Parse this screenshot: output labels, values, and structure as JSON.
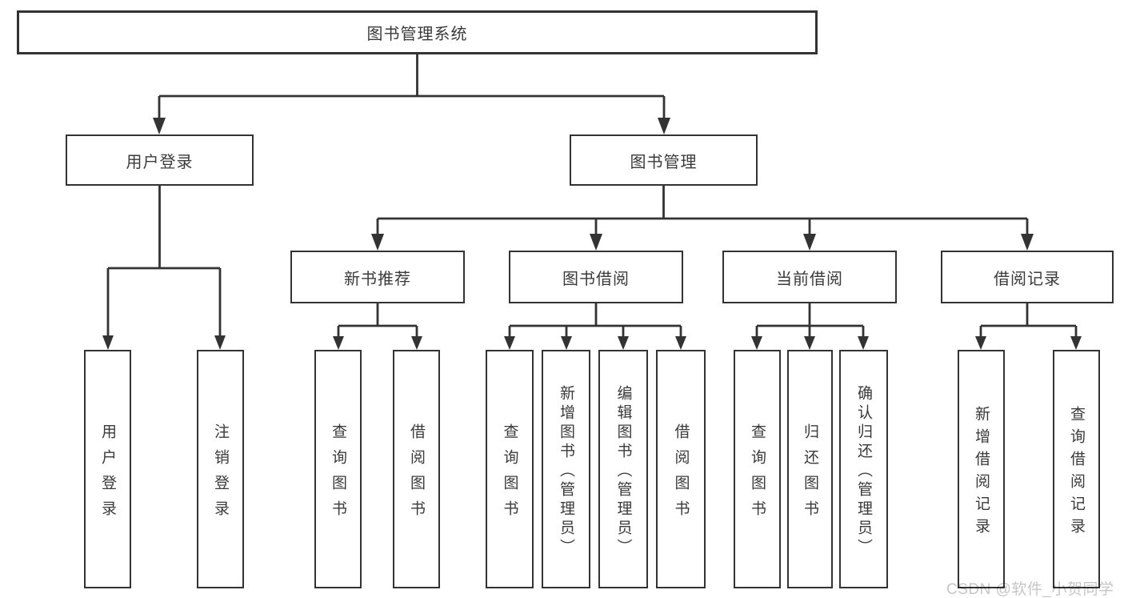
{
  "colors": {
    "line": "#333333",
    "text": "#3a3a3a",
    "node_background": "#ffffff",
    "background": "#ffffff",
    "watermark": "#c6c6c6"
  },
  "watermark": {
    "text": "CSDN @软件_小贺同学"
  },
  "tree": {
    "root": {
      "label": "图书管理系统",
      "children": [
        {
          "label": "用户登录",
          "children": [
            {
              "label": "用户登录"
            },
            {
              "label": "注销登录"
            }
          ]
        },
        {
          "label": "图书管理",
          "children": [
            {
              "label": "新书推荐",
              "children": [
                {
                  "label": "查询图书"
                },
                {
                  "label": "借阅图书"
                }
              ]
            },
            {
              "label": "图书借阅",
              "children": [
                {
                  "label": "查询图书"
                },
                {
                  "label": "新增图书（管理员）"
                },
                {
                  "label": "编辑图书（管理员）"
                },
                {
                  "label": "借阅图书"
                }
              ]
            },
            {
              "label": "当前借阅",
              "children": [
                {
                  "label": "查询图书"
                },
                {
                  "label": "归还图书"
                },
                {
                  "label": "确认归还（管理员）"
                }
              ]
            },
            {
              "label": "借阅记录",
              "children": [
                {
                  "label": "新增借阅记录"
                },
                {
                  "label": "查询借阅记录"
                }
              ]
            }
          ]
        }
      ]
    }
  }
}
